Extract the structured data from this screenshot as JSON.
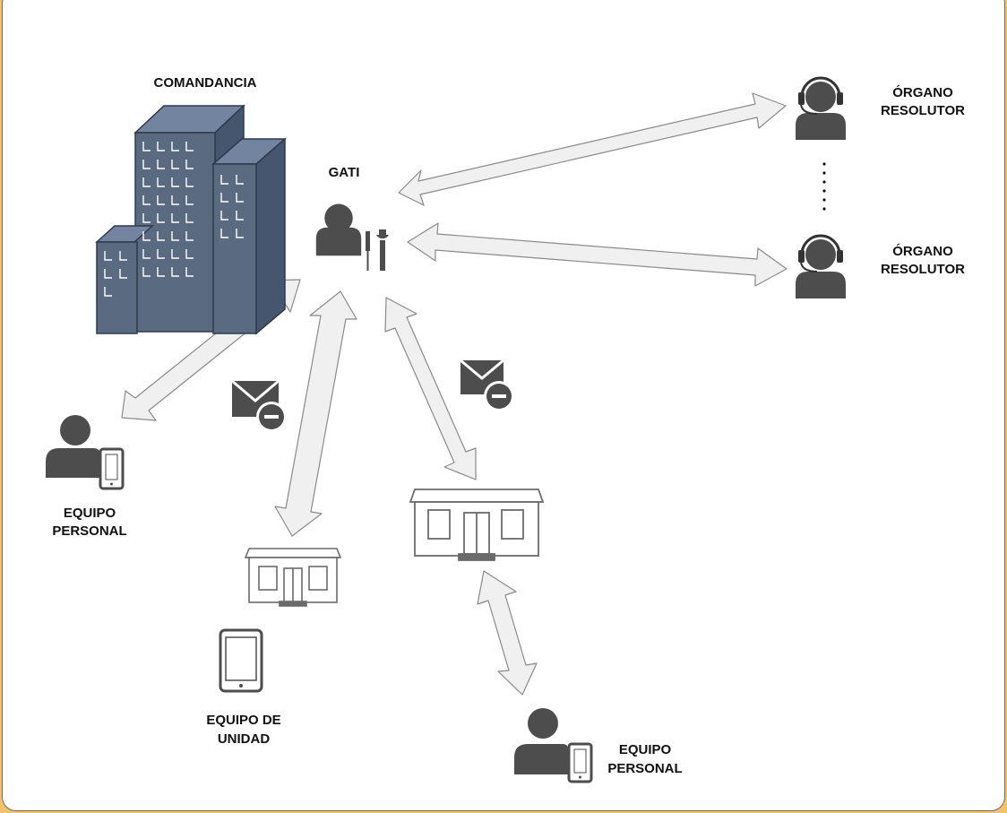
{
  "diagram": {
    "title": "COMANDANCIA",
    "gati_label": "GATI",
    "organo_1": [
      "ÓRGANO",
      "RESOLUTOR"
    ],
    "organo_2": [
      "ÓRGANO",
      "RESOLUTOR"
    ],
    "equipo_personal_1": [
      "EQUIPO",
      "PERSONAL"
    ],
    "equipo_unidad": [
      "EQUIPO DE",
      "UNIDAD"
    ],
    "equipo_personal_2": [
      "EQUIPO",
      "PERSONAL"
    ]
  },
  "colors": {
    "building_fill": "#5a6a80",
    "building_dark": "#3f4c5f",
    "icon_gray": "#4d4d4d",
    "arrow_fill": "#f0f0f0",
    "arrow_stroke": "#8a8a8a"
  },
  "icons": [
    "building-icon",
    "person-tools-icon",
    "headset-person-icon",
    "person-phone-icon",
    "store-icon",
    "tablet-icon",
    "mail-minus-icon"
  ]
}
